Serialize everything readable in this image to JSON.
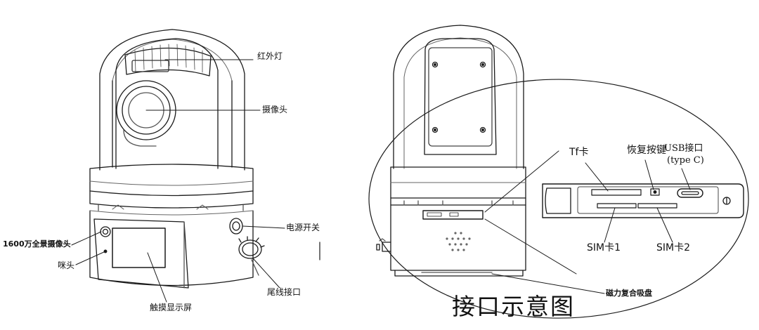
{
  "title": "接口示意图",
  "left_view": {
    "infrared": "红外灯",
    "camera": "摄像头",
    "panoramic_camera": "1600万全景摄像头",
    "microphone": "咪头",
    "touch_screen": "触摸显示屏",
    "power_switch": "电源开关",
    "tail_interface": "尾线接口"
  },
  "right_view": {
    "tf_card": "Tf卡",
    "reset_button": "恢复按键",
    "usb_port": "USB接口",
    "usb_type": "(type C)",
    "sim1": "SIM卡1",
    "sim2": "SIM卡2",
    "magnetic_base": "磁力复合吸盘"
  }
}
